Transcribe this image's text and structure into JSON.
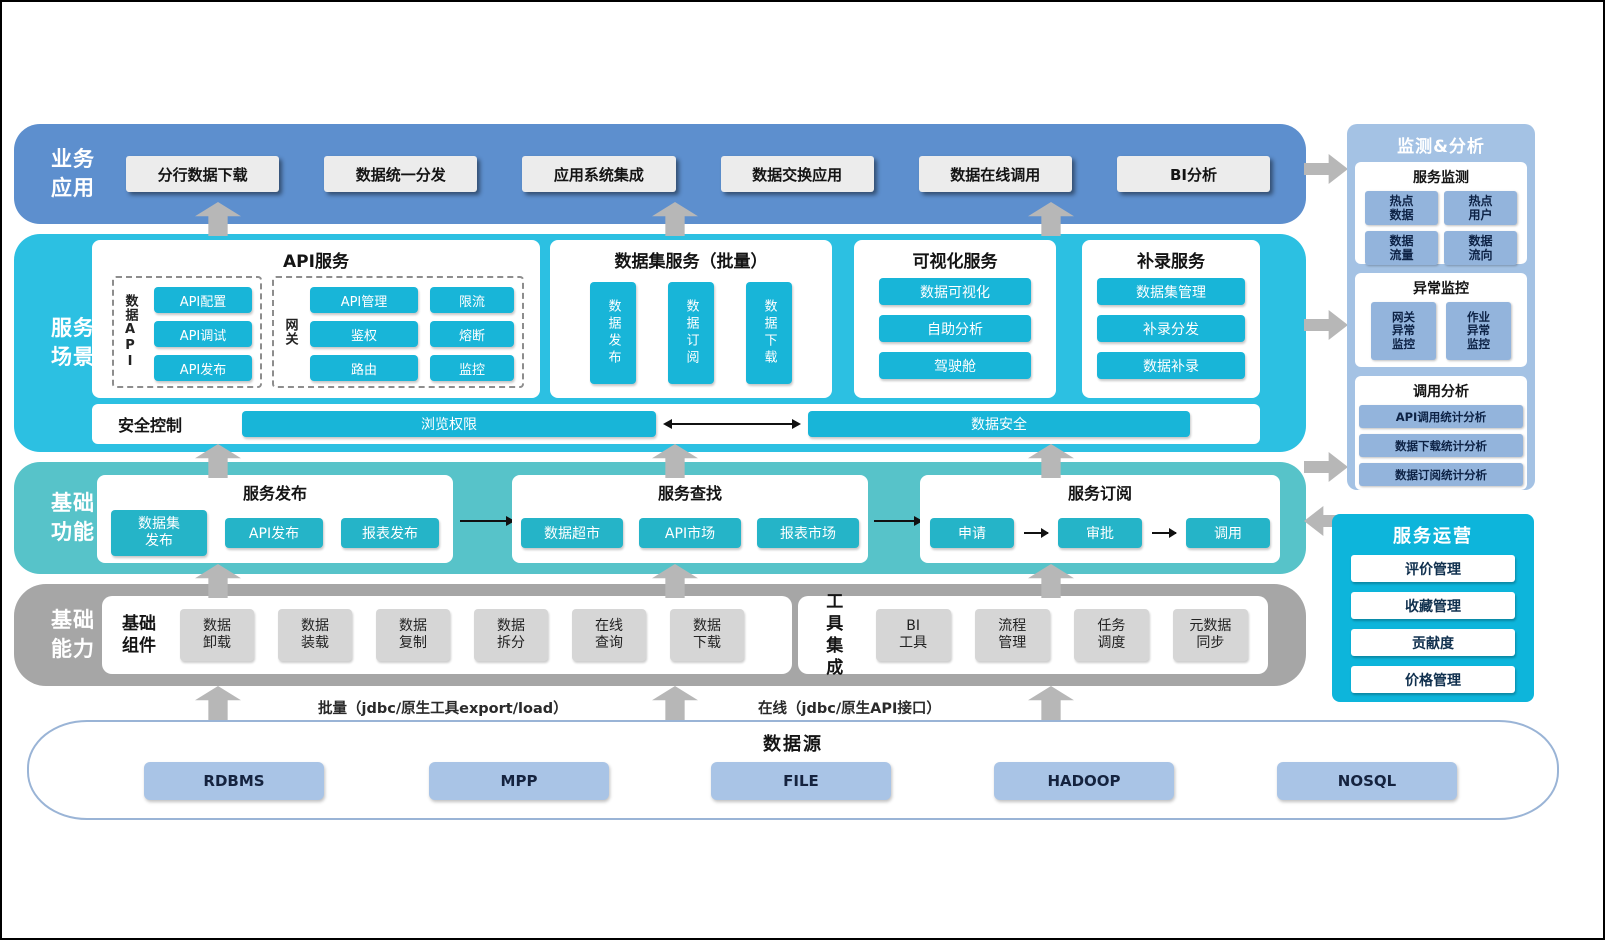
{
  "colors": {
    "business_layer": "#5d8fce",
    "scene_layer": "#2cc0e2",
    "function_layer": "#57c3c9",
    "ability_layer": "#a6a6a6",
    "accent_cyan": "#18b5d8",
    "teal_button": "#25b4c8",
    "monitor_panel": "#a4c2e4",
    "monitor_button": "#93b4dc",
    "operation_panel": "#0db5db",
    "datasource_button": "#a9c4e6",
    "arrow_gray": "#b7b7b7"
  },
  "layers": {
    "business": {
      "label": "业务\n应用",
      "apps": [
        "分行数据下载",
        "数据统一分发",
        "应用系统集成",
        "数据交换应用",
        "数据在线调用",
        "BI分析"
      ]
    },
    "scene": {
      "label": "服务\n场景",
      "api": {
        "title": "API服务",
        "data_api": {
          "label": "数据API",
          "items": [
            "API配置",
            "API调试",
            "API发布"
          ]
        },
        "gateway": {
          "label": "网关",
          "items": [
            "API管理",
            "限流",
            "鉴权",
            "熔断",
            "路由",
            "监控"
          ]
        }
      },
      "dataset": {
        "title": "数据集服务（批量）",
        "items": [
          "数据发布",
          "数据订阅",
          "数据下载"
        ]
      },
      "visual": {
        "title": "可视化服务",
        "items": [
          "数据可视化",
          "自助分析",
          "驾驶舱"
        ]
      },
      "supplement": {
        "title": "补录服务",
        "items": [
          "数据集管理",
          "补录分发",
          "数据补录"
        ]
      },
      "security": {
        "title": "安全控制",
        "browse": "浏览权限",
        "data": "数据安全"
      }
    },
    "basic_fn": {
      "label": "基础\n功能",
      "publish": {
        "title": "服务发布",
        "items": [
          "数据集\n发布",
          "API发布",
          "报表发布"
        ]
      },
      "search": {
        "title": "服务查找",
        "items": [
          "数据超市",
          "API市场",
          "报表市场"
        ]
      },
      "subscribe": {
        "title": "服务订阅",
        "items": [
          "申请",
          "审批",
          "调用"
        ]
      }
    },
    "ability": {
      "label": "基础\n能力",
      "components": {
        "label": "基础\n组件",
        "items": [
          "数据\n卸载",
          "数据\n装载",
          "数据\n复制",
          "数据\n拆分",
          "在线\n查询",
          "数据\n下载"
        ]
      },
      "tools": {
        "label": "工具\n集成",
        "items": [
          "BI\n工具",
          "流程\n管理",
          "任务\n调度",
          "元数据\n同步"
        ]
      }
    }
  },
  "connectors": {
    "batch": "批量（jdbc/原生工具export/load）",
    "online": "在线（jdbc/原生API接口）"
  },
  "datasource": {
    "title": "数据源",
    "items": [
      "RDBMS",
      "MPP",
      "FILE",
      "HADOOP",
      "NOSQL"
    ]
  },
  "right": {
    "monitor": {
      "title": "监测&分析",
      "service_monitor": {
        "title": "服务监测",
        "items": [
          "热点\n数据",
          "热点\n用户",
          "数据\n流量",
          "数据\n流向"
        ]
      },
      "exception_monitor": {
        "title": "异常监控",
        "items": [
          "网关\n异常\n监控",
          "作业\n异常\n监控"
        ]
      },
      "call_analysis": {
        "title": "调用分析",
        "items": [
          "API调用统计分析",
          "数据下载统计分析",
          "数据订阅统计分析"
        ]
      }
    },
    "operation": {
      "title": "服务运营",
      "items": [
        "评价管理",
        "收藏管理",
        "贡献度",
        "价格管理"
      ]
    }
  }
}
